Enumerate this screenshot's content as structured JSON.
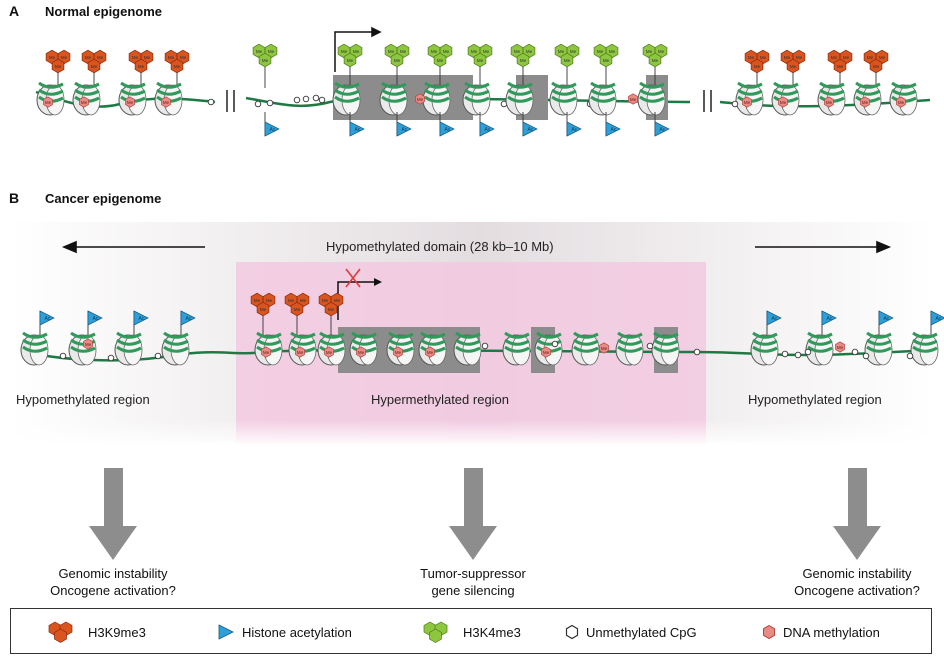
{
  "panel_a": {
    "letter": "A",
    "title": "Normal epigenome"
  },
  "panel_b": {
    "letter": "B",
    "title": "Cancer epigenome",
    "domain_label": "Hypomethylated domain (28 kb–10 Mb)",
    "left_region": "Hypomethylated region",
    "center_region": "Hypermethylated region",
    "right_region": "Hypomethylated region"
  },
  "outcomes": {
    "left_line1": "Genomic instability",
    "left_line2": "Oncogene activation?",
    "center_line1": "Tumor-suppressor",
    "center_line2": "gene silencing",
    "right_line1": "Genomic instability",
    "right_line2": "Oncogene activation?"
  },
  "marks": {
    "ac": "Ac",
    "me": "Me"
  },
  "legend": {
    "h3k9": "H3K9me3",
    "acetyl": "Histone acetylation",
    "h3k4": "H3K4me3",
    "unmeth": "Unmethylated CpG",
    "dnameth": "DNA methylation"
  },
  "colors": {
    "dna_strand": "#1e7a45",
    "nucleosome_stripe": "#2f9a5a",
    "h3k9me3": "#d9541e",
    "h3k4me3": "#8dc63f",
    "acetylation": "#2f9fd8",
    "dna_methylation": "#e88a86",
    "hypermethylated_bg": "#f3c9e0",
    "hypomethylated_bg": "#e6e1e4",
    "silenced_box": "#8c8c8c",
    "arrow_gray": "#8d8d8d"
  }
}
